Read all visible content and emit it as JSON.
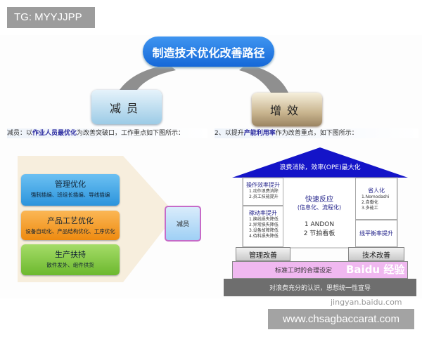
{
  "tag": "TG: MYYJJPP",
  "title": "制造技术优化改善路径",
  "left": {
    "node": "减员",
    "caption_pre": "减员：以",
    "caption_bold": "作业人员最优化",
    "caption_post": "为改善突破口，工作重点如下图所示：",
    "items": [
      {
        "title": "管理优化",
        "sub": "强制插编、班组长插编、导线插编",
        "color": "#3aa3e6"
      },
      {
        "title": "产品工艺优化",
        "sub": "设备自动化、产品结构优化、工序优化",
        "color": "#f39a1e"
      },
      {
        "title": "生产扶持",
        "sub": "散件发外、组件供货",
        "color": "#7cc43c"
      }
    ],
    "result": "减员"
  },
  "right": {
    "node": "增效",
    "caption_pre": "2、以提升",
    "caption_bold": "产能利用率",
    "caption_post": "作为改善重点，如下图所示：",
    "roof": "浪费消除，效率(OPE)最大化",
    "left_top": {
      "title": "操作效率提升",
      "items": [
        "1.动作浪费消除",
        "2.员工技能提升"
      ]
    },
    "left_bottom": {
      "title": "稼动率提升",
      "items": [
        "1.换线损失降低",
        "2.异常损失降低",
        "3.设备故障降低",
        "4.待料损失降低"
      ]
    },
    "center": {
      "title": "快速反应",
      "sub": "(信息化、流程化)",
      "items": [
        "1 ANDON",
        "2 节拍看板"
      ]
    },
    "right_top": {
      "title": "省人化",
      "items": [
        "1.Nomodashi",
        "2.自働化",
        "3.多能工"
      ]
    },
    "right_bottom": {
      "title": "线平衡率提升"
    },
    "base_left": "管理改善",
    "base_right": "技术改善",
    "foundation1": "标准工时的合理设定",
    "foundation2": "对浪费充分的认识，思想统一性宣导"
  },
  "watermark_logo": "Baidu 经验",
  "watermark_logo_url": "jingyan.baidu.com",
  "footer_url": "www.chsagbaccarat.com",
  "colors": {
    "title": "#1a6fe0",
    "roof": "#1414c8",
    "pink": "#f0b8f0",
    "gray": "#6e6e6e"
  }
}
